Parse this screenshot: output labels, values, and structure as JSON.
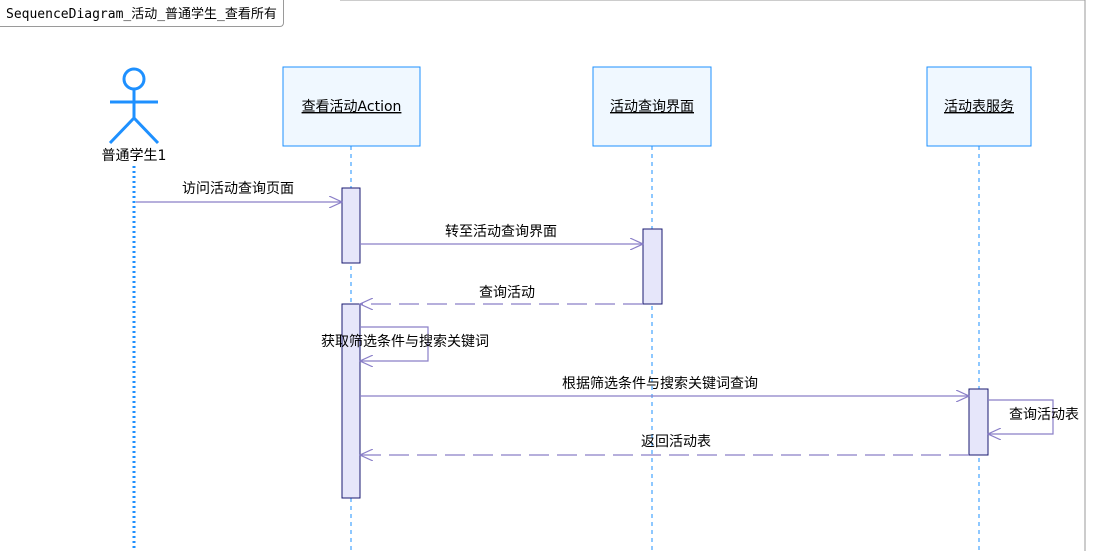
{
  "frame": {
    "title": "SequenceDiagram_活动_普通学生_查看所有"
  },
  "actors": [
    {
      "id": "student",
      "label": "普通学生1"
    }
  ],
  "objects": [
    {
      "id": "action",
      "label": "查看活动Action"
    },
    {
      "id": "ui",
      "label": "活动查询界面"
    },
    {
      "id": "service",
      "label": "活动表服务"
    }
  ],
  "messages": [
    {
      "from": "student",
      "to": "action",
      "label": "访问活动查询页面",
      "kind": "call"
    },
    {
      "from": "action",
      "to": "ui",
      "label": "转至活动查询界面",
      "kind": "call"
    },
    {
      "from": "ui",
      "to": "action",
      "label": "查询活动",
      "kind": "return"
    },
    {
      "from": "action",
      "to": "action",
      "label": "获取筛选条件与搜索关键词",
      "kind": "self"
    },
    {
      "from": "action",
      "to": "service",
      "label": "根据筛选条件与搜索关键词查询",
      "kind": "call"
    },
    {
      "from": "service",
      "to": "service",
      "label": "查询活动表",
      "kind": "self"
    },
    {
      "from": "service",
      "to": "action",
      "label": "返回活动表",
      "kind": "return"
    }
  ],
  "colors": {
    "actor": "#1e90ff",
    "object_fill": "#f0f8ff",
    "object_border": "#1e90ff",
    "lifeline": "#1e90ff",
    "activation_fill": "#e6e6fa",
    "activation_border": "#191970",
    "message": "#8a7fc8",
    "frame_border": "#9a9a9a"
  }
}
